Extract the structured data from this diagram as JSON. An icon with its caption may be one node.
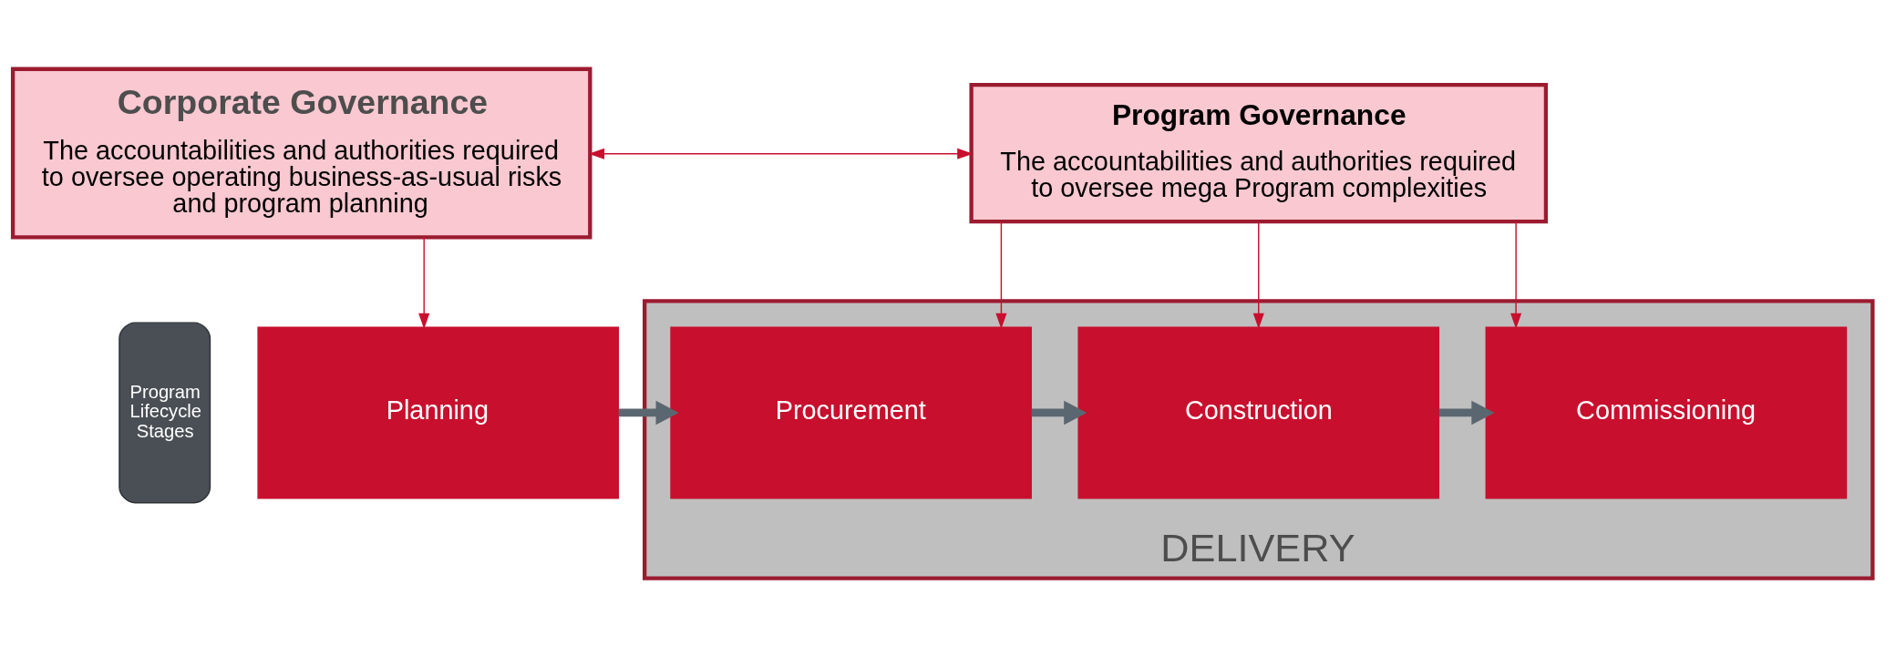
{
  "diagram": {
    "nodes": [
      {
        "text": [
          "Corporate Governance",
          "The accountabilities and authorities required to oversee operating business-as-usual risks and program planning"
        ]
      },
      {
        "text": [
          "Program Governance",
          "The accountabilities and authorities required to oversee mega Program complexities"
        ]
      },
      {
        "text": [
          "Program Lifecycle Stages"
        ]
      },
      {
        "text": [
          "Planning"
        ]
      },
      {
        "text": [
          "DELIVERY"
        ]
      },
      {
        "text": [
          "Procurement"
        ],
        "in": 4
      },
      {
        "text": [
          "Construction"
        ],
        "in": 4
      },
      {
        "text": [
          "Commissioning"
        ],
        "in": 4
      }
    ],
    "edges": [
      {
        "from": 0,
        "to": 1,
        "arrow": "both"
      },
      {
        "from": 0,
        "to": 3,
        "arrow": "to"
      },
      {
        "from": 1,
        "to": 5,
        "arrow": "to"
      },
      {
        "from": 1,
        "to": 6,
        "arrow": "to"
      },
      {
        "from": 1,
        "to": 7,
        "arrow": "to"
      },
      {
        "from": 3,
        "to": 5,
        "arrow": "to",
        "style": "thick",
        "color": "#5b6770"
      },
      {
        "from": 5,
        "to": 6,
        "arrow": "to",
        "style": "thick",
        "color": "#5b6770"
      },
      {
        "from": 6,
        "to": 7,
        "arrow": "to",
        "style": "thick",
        "color": "#5b6770"
      }
    ]
  }
}
